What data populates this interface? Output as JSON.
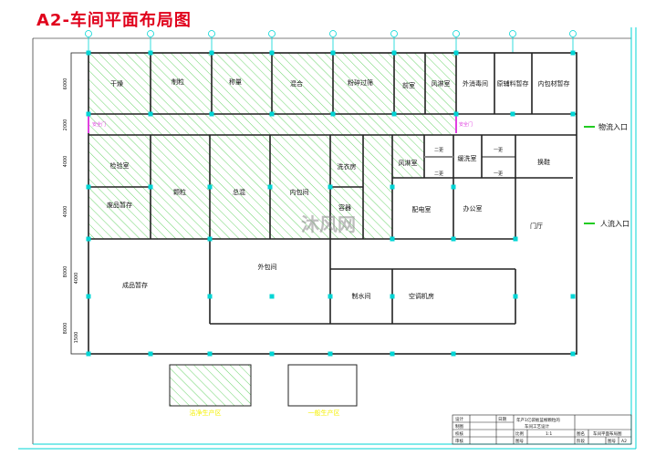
{
  "title": "A2-车间平面布局图",
  "colors": {
    "title": "#e0001b",
    "hatch": "#5ccf5c",
    "axis": "#00d5d5",
    "door_mark": "#e040e0",
    "arrow": "#22cc22",
    "legend_text": "#f4f000"
  },
  "rooms": {
    "drying": "干燥",
    "granulation": "制粒",
    "weighing": "称量",
    "mixing": "混合",
    "sieving": "粉碎过筛",
    "pre_room": "前室",
    "air_shower_1": "风淋室",
    "outer_disinfect": "外消毒间",
    "raw_material": "原辅料暂存",
    "inner_pack_material": "内包材暂存",
    "inspection": "检验室",
    "waste": "废品暂存",
    "tableting": "颗粒",
    "total_mix": "总混",
    "inner_pack": "内包间",
    "laundry": "洗衣房",
    "container": "容器",
    "air_shower_2": "风淋室",
    "change2_a": "二更",
    "change2_b": "二更",
    "buffer": "缓洗室",
    "change1_a": "一更",
    "change1_b": "一更",
    "shoe": "换鞋",
    "power": "配电室",
    "office": "办公室",
    "lobby": "门厅",
    "finished": "成品暂存",
    "outer_pack": "外包间",
    "water": "制水间",
    "hvac": "空调机房"
  },
  "doors": {
    "safety_1": "安全门",
    "safety_2": "安全门"
  },
  "entrances": {
    "material": "物流入口",
    "people": "人流入口"
  },
  "dimensions": {
    "d1": "6000",
    "d2": "2000",
    "d3": "4000",
    "d4": "4000",
    "d5": "8000",
    "d6": "4000",
    "d7": "8000",
    "d8": "1500"
  },
  "legend": {
    "clean": "洁净生产区",
    "general": "一般生产区"
  },
  "title_block": {
    "design": "设计",
    "draw": "制图",
    "check": "校核",
    "audit": "审核",
    "date": "日期",
    "project_line1": "年产1亿袋板蓝根颗粒的",
    "project_line2": "车间工艺设计",
    "scale_label": "比例",
    "scale": "1:1",
    "drawing_label": "图名",
    "drawing_name": "车间平面布局图",
    "no_label": "图号",
    "stage_label": "阶段",
    "sheet_label": "图号",
    "sheet": "A2"
  },
  "watermark": "沐风网"
}
